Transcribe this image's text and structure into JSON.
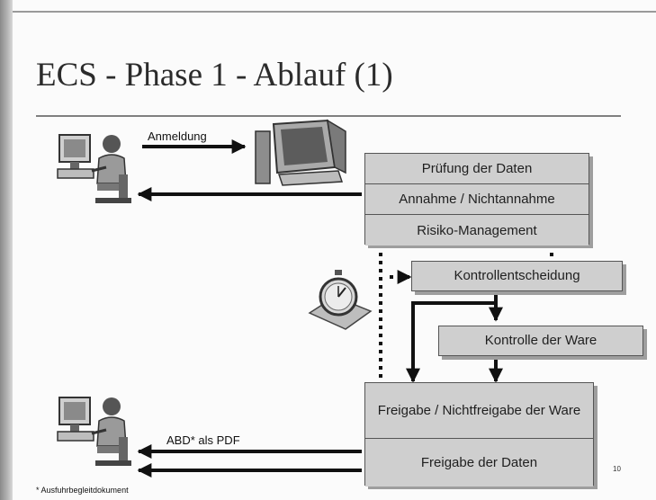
{
  "slide": {
    "title": "ECS - Phase 1 - Ablauf (1)",
    "page_number": "10",
    "footnote": "* Ausfuhrbegleitdokument"
  },
  "diagram": {
    "top_stack": [
      "Prüfung der Daten",
      "Annahme / Nichtannahme",
      "Risiko-Management"
    ],
    "control_decision": "Kontrollentscheidung",
    "goods_control": "Kontrolle der Ware",
    "bottom_stack": [
      "Freigabe / Nichtfreigabe der Ware",
      "Freigabe der Daten"
    ],
    "arrow_labels": {
      "registration": "Anmeldung",
      "abd_pdf": "ABD* als PDF"
    }
  },
  "icons": [
    "person-at-computer-icon",
    "computer-icon",
    "stopwatch-icon",
    "person-at-computer-icon"
  ]
}
